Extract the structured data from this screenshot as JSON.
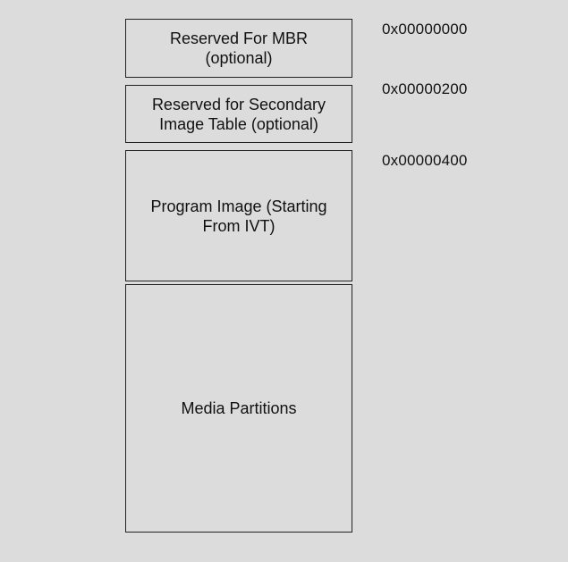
{
  "memory_map": {
    "blocks": [
      {
        "label": "Reserved For MBR\n(optional)"
      },
      {
        "label": "Reserved for Secondary\nImage Table (optional)"
      },
      {
        "label": "Program Image (Starting\nFrom IVT)"
      },
      {
        "label": "Media Partitions"
      }
    ],
    "addresses": [
      "0x00000000",
      "0x00000200",
      "0x00000400"
    ]
  }
}
